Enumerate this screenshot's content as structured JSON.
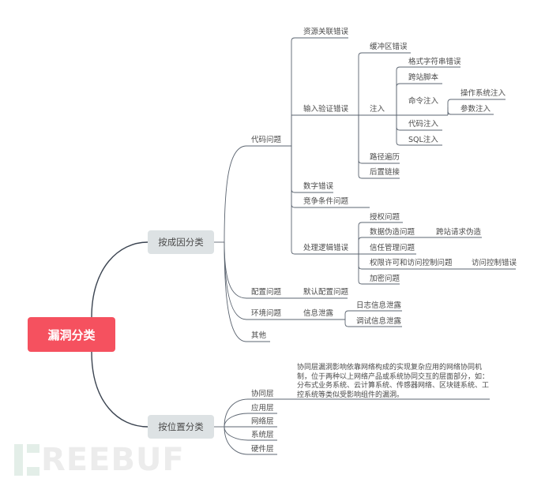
{
  "root": {
    "label": "漏洞分类",
    "color": "#f5515f"
  },
  "branches": [
    {
      "label": "按成因分类",
      "children": [
        {
          "label": "代码问题",
          "children": [
            {
              "label": "资源关联错误"
            },
            {
              "label": "输入验证错误",
              "children": [
                {
                  "label": "缓冲区错误"
                },
                {
                  "label": "注入",
                  "children": [
                    {
                      "label": "格式字符串错误"
                    },
                    {
                      "label": "跨站脚本"
                    },
                    {
                      "label": "命令注入",
                      "children": [
                        {
                          "label": "操作系统注入"
                        },
                        {
                          "label": "参数注入"
                        }
                      ]
                    },
                    {
                      "label": "代码注入"
                    },
                    {
                      "label": "SQL注入"
                    }
                  ]
                },
                {
                  "label": "路径遍历"
                },
                {
                  "label": "后置链接"
                }
              ]
            },
            {
              "label": "数字错误"
            },
            {
              "label": "竞争条件问题"
            },
            {
              "label": "处理逻辑错误",
              "children": [
                {
                  "label": "授权问题"
                },
                {
                  "label": "数据伪造问题",
                  "children": [
                    {
                      "label": "跨站请求伪造"
                    }
                  ]
                },
                {
                  "label": "信任管理问题"
                },
                {
                  "label": "权限许可和访问控制问题",
                  "children": [
                    {
                      "label": "访问控制错误"
                    }
                  ]
                },
                {
                  "label": "加密问题"
                }
              ]
            }
          ]
        },
        {
          "label": "配置问题",
          "children": [
            {
              "label": "默认配置问题"
            }
          ]
        },
        {
          "label": "环境问题",
          "children": [
            {
              "label": "信息泄露",
              "children": [
                {
                  "label": "日志信息泄露"
                },
                {
                  "label": "调试信息泄露"
                }
              ]
            }
          ]
        },
        {
          "label": "其他"
        }
      ]
    },
    {
      "label": "按位置分类",
      "children": [
        {
          "label": "协同层",
          "note": "协同层漏洞影响依靠网络构成的实现复杂应用的网络协同机制，位于两种以上网络产品或系统协同交互的层面部分，如：分布式业务系统、云计算系统、传感器网络、区块链系统、工控系统等类似受影响组件的漏洞。"
        },
        {
          "label": "应用层"
        },
        {
          "label": "网络层"
        },
        {
          "label": "系统层"
        },
        {
          "label": "硬件层"
        }
      ]
    }
  ],
  "watermark": {
    "text": "REEBUF"
  },
  "colors": {
    "line": "#3b4451",
    "main_fill": "#dde2e4",
    "text": "#4a4a4a"
  }
}
